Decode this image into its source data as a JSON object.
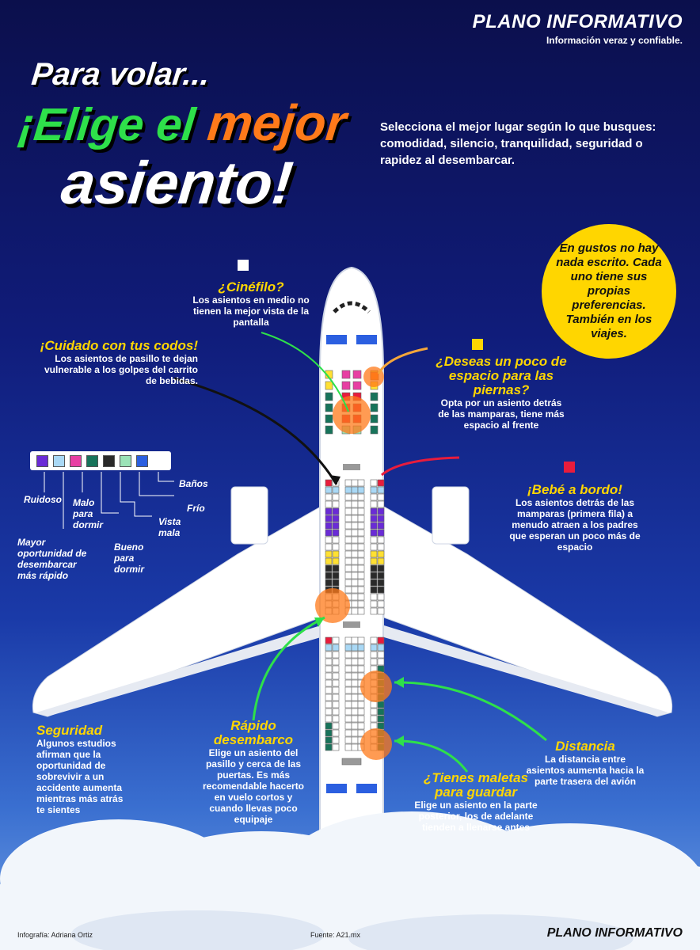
{
  "brand": {
    "name": "PLANO INFORMATIVO",
    "tagline": "Información veraz y confiable."
  },
  "title": {
    "line1": "Para volar...",
    "line2a": "¡Elige el",
    "line2b": "mejor",
    "line3": "asiento!"
  },
  "intro": "Selecciona el mejor lugar según lo que busques: comodidad, silencio, tranquilidad, seguridad o rapidez al desembarcar.",
  "callout": "En gustos no hay nada escrito. Cada uno tiene sus propias preferencias. También en los viajes.",
  "annotations": {
    "cinefilo": {
      "title": "¿Cinéfilo?",
      "text": "Los asientos en medio no tienen la mejor vista de la pantalla"
    },
    "codos": {
      "title": "¡Cuidado con tus codos!",
      "text": "Los asientos de pasillo te dejan vulnerable a los golpes del carrito de bebidas."
    },
    "piernas": {
      "title": "¿Deseas un poco de espacio para las piernas?",
      "text": "Opta por un asiento detrás de las mamparas, tiene más espacio al frente"
    },
    "bebe": {
      "title": "¡Bebé a bordo!",
      "text": "Los asientos detrás de las mamparas (primera fila) a menudo atraen a los padres que esperan un poco más de espacio"
    },
    "seguridad": {
      "title": "Seguridad",
      "text": "Algunos estudios afirman que la oportunidad de sobrevivir a un accidente aumenta mientras más atrás te sientes"
    },
    "rapido": {
      "title": "Rápido desembarco",
      "text": "Elige un asiento del pasillo y cerca de las puertas. Es más recomendable hacerto en vuelo cortos y cuando llevas poco equipaje"
    },
    "distancia": {
      "title": "Distancia",
      "text": "La distancia entre asientos aumenta hacia la parte trasera del avión"
    },
    "maletas": {
      "title": "¿Tienes maletas para guardar",
      "text": "Elige un asiento en la parte posterior, los de adelante tienden a llenarse antes"
    }
  },
  "legend": [
    {
      "label": "Ruidoso",
      "color": "#6a2bd6"
    },
    {
      "label": "Mayor oportunidad de desembarcar más rápido",
      "color": "#a9d8f5"
    },
    {
      "label": "Malo para dormir",
      "color": "#e83fa3"
    },
    {
      "label": "Bueno para dormir",
      "color": "#17735a"
    },
    {
      "label": "Vista mala",
      "color": "#2a2a2a"
    },
    {
      "label": "Frío",
      "color": "#9be3b7"
    },
    {
      "label": "Baños",
      "color": "#2b5fe0"
    }
  ],
  "colors": {
    "orange": "#ff7a1a",
    "yellow": "#ffd600",
    "green": "#2ee04a",
    "red": "#e81c3c",
    "accent": "#ffd600"
  },
  "footer": {
    "credit": "Infografía: Adriana Ortiz",
    "source": "Fuente: A21.mx",
    "brand": "PLANO INFORMATIVO"
  }
}
